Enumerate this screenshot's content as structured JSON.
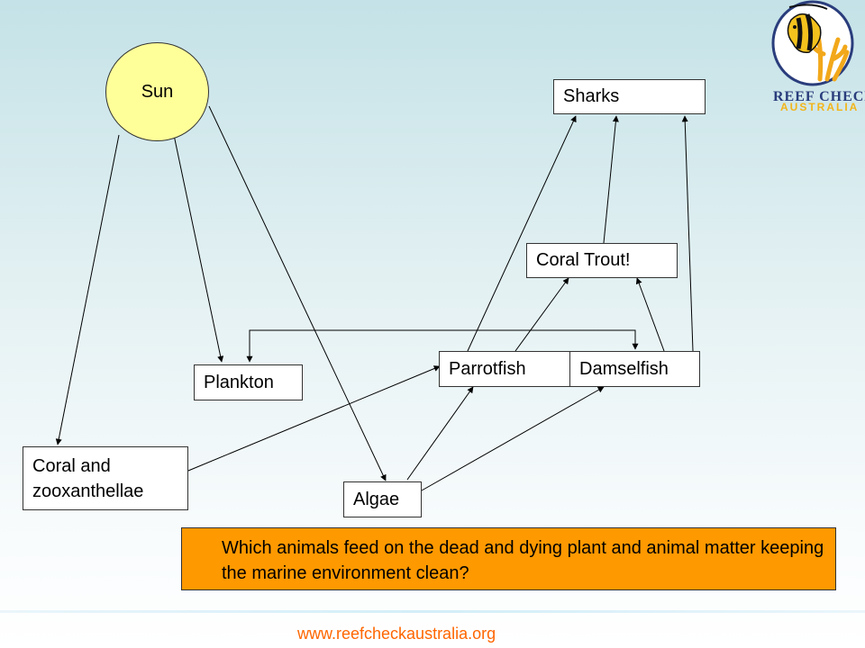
{
  "diagram": {
    "nodes": {
      "sun": "Sun",
      "sharks": "Sharks",
      "coral_trout": "Coral Trout!",
      "parrotfish": "Parrotfish",
      "damselfish": "Damselfish",
      "plankton": "Plankton",
      "coral": "Coral and zooxanthellae",
      "algae": "Algae"
    },
    "edges": [
      {
        "from": "sun",
        "to": "coral"
      },
      {
        "from": "sun",
        "to": "plankton"
      },
      {
        "from": "sun",
        "to": "algae"
      },
      {
        "from": "coral",
        "to": "parrotfish"
      },
      {
        "from": "algae",
        "to": "parrotfish"
      },
      {
        "from": "algae",
        "to": "damselfish"
      },
      {
        "from": "parrotfish",
        "to": "sharks"
      },
      {
        "from": "parrotfish",
        "to": "coral_trout"
      },
      {
        "from": "damselfish",
        "to": "coral_trout"
      },
      {
        "from": "damselfish",
        "to": "sharks"
      },
      {
        "from": "coral_trout",
        "to": "sharks"
      },
      {
        "from": "damselfish",
        "to": "plankton",
        "bidirectional": true
      }
    ],
    "colors": {
      "sun_fill": "#ffff99",
      "question_fill": "#ff9900",
      "footer_text": "#ff6600"
    }
  },
  "question": "Which animals feed on the dead and dying plant and animal matter keeping the marine environment clean?",
  "footer": {
    "url": "www.reefcheckaustralia.org"
  },
  "logo": {
    "line1": "REEF CHECK",
    "line2": "AUSTRALIA",
    "icon": "fish-coral-emblem"
  }
}
